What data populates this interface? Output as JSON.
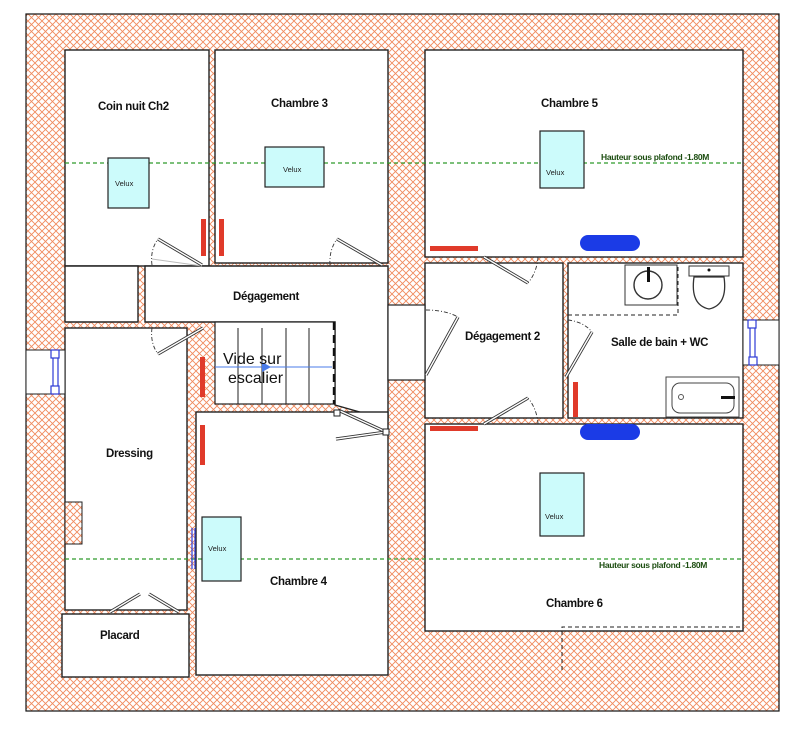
{
  "plan": {
    "rooms": [
      {
        "id": "coin-nuit-ch2",
        "label": "Coin nuit Ch2"
      },
      {
        "id": "chambre-3",
        "label": "Chambre 3"
      },
      {
        "id": "chambre-5",
        "label": "Chambre 5"
      },
      {
        "id": "degagement",
        "label": "Dégagement"
      },
      {
        "id": "degagement-2",
        "label": "Dégagement 2"
      },
      {
        "id": "salle-de-bain",
        "label": "Salle de bain + WC"
      },
      {
        "id": "dressing",
        "label": "Dressing"
      },
      {
        "id": "chambre-4",
        "label": "Chambre 4"
      },
      {
        "id": "chambre-6",
        "label": "Chambre 6"
      },
      {
        "id": "placard",
        "label": "Placard"
      }
    ],
    "stair_label_line1": "Vide sur",
    "stair_label_line2": "escalier",
    "velux_label": "Velux",
    "ceiling_height_note": "Hauteur sous plafond -1.80M",
    "colors": {
      "hatch": "#f08a5d",
      "velux_fill": "#ccfbfb",
      "radiator_red": "#e03a2a",
      "radiator_blue": "#1b3be6",
      "ceiling_line": "#2e9a2a",
      "ceiling_text": "#1c4d10"
    }
  }
}
